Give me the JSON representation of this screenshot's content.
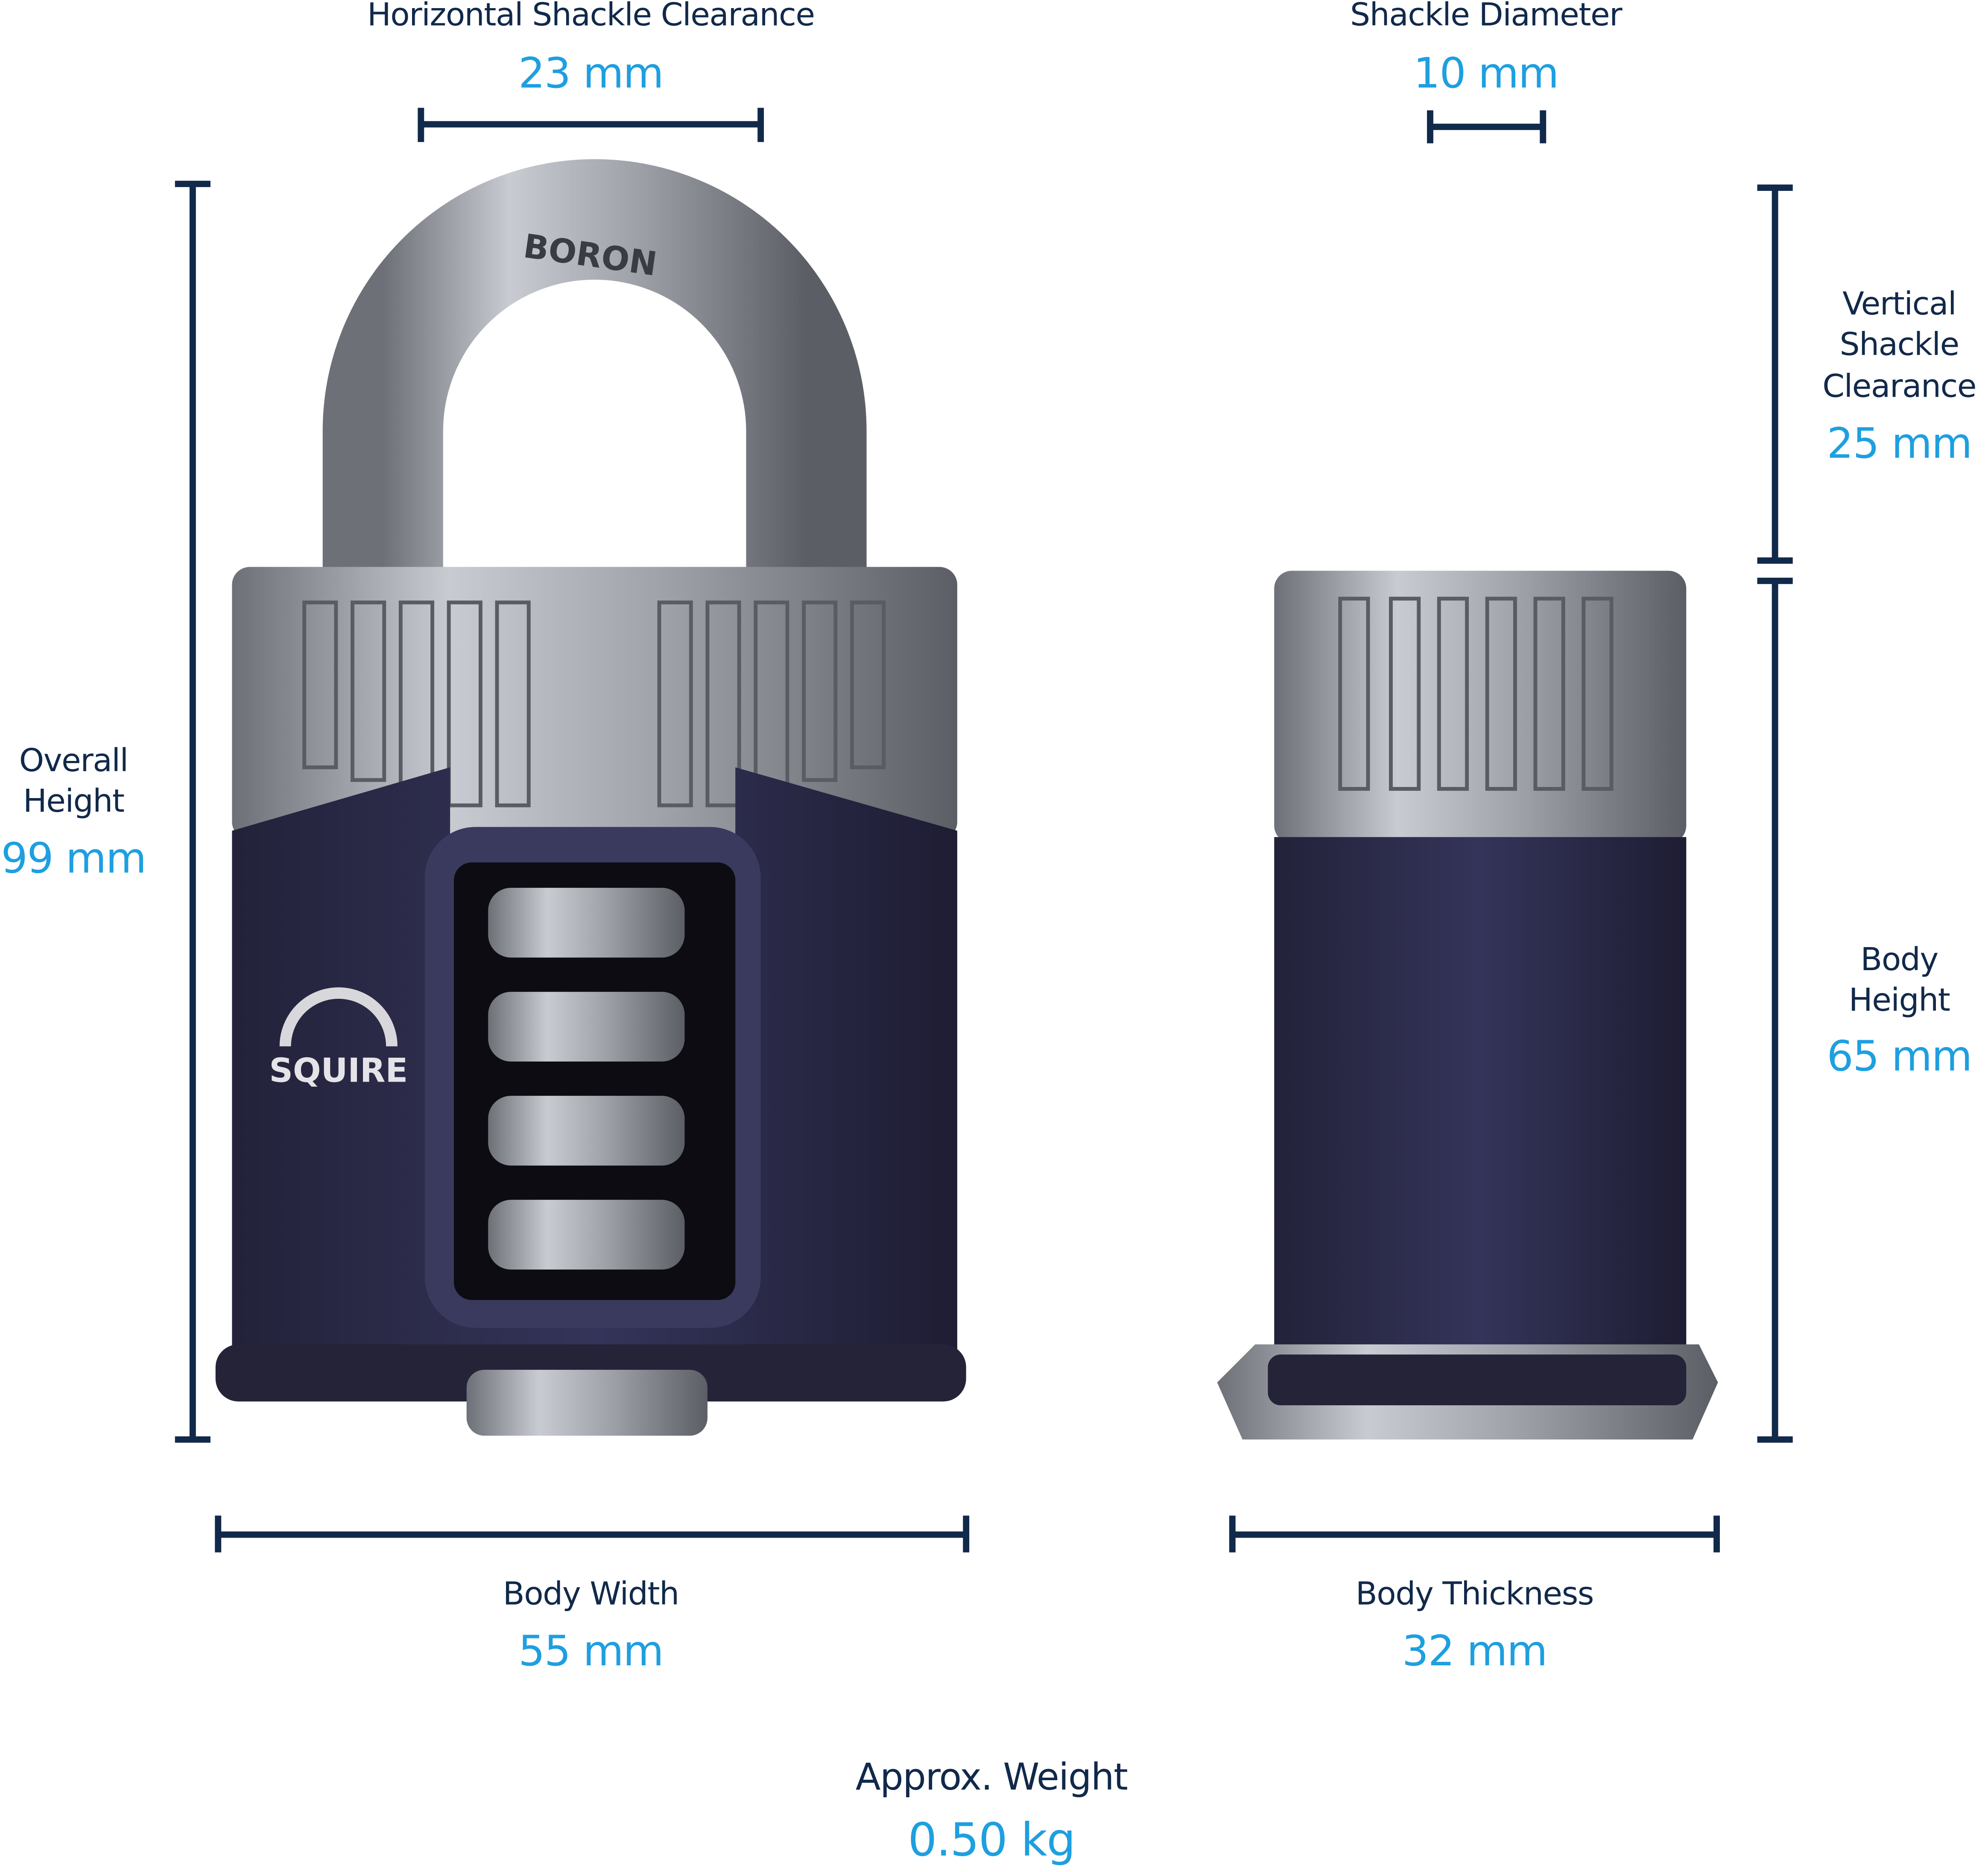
{
  "colors": {
    "label": "#11294a",
    "value": "#1e9fe0",
    "dimension_line": "#11294a",
    "body": "#2a2a48",
    "steel": "#9a9ca4"
  },
  "logo": {
    "brand": "SQUIRE",
    "shackle_mark": "BORON"
  },
  "dimensions": {
    "horizontal_shackle_clearance": {
      "label": "Horizontal Shackle Clearance",
      "value": "23 mm"
    },
    "shackle_diameter": {
      "label": "Shackle Diameter",
      "value": "10 mm"
    },
    "overall_height": {
      "label_line1": "Overall",
      "label_line2": "Height",
      "value": "99 mm"
    },
    "vertical_shackle_clearance": {
      "label_line1": "Vertical",
      "label_line2": "Shackle",
      "label_line3": "Clearance",
      "value": "25 mm"
    },
    "body_height": {
      "label_line1": "Body",
      "label_line2": "Height",
      "value": "65 mm"
    },
    "body_width": {
      "label": "Body Width",
      "value": "55 mm"
    },
    "body_thickness": {
      "label": "Body Thickness",
      "value": "32 mm"
    },
    "weight": {
      "label": "Approx. Weight",
      "value": "0.50 kg"
    }
  }
}
